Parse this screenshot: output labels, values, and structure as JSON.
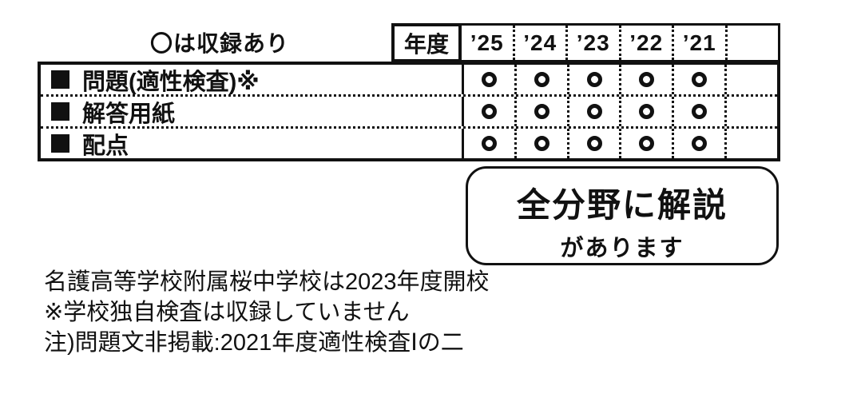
{
  "page": {
    "note_label": "〇は収録あり"
  },
  "header": {
    "year_label": "年度",
    "years": [
      "’25",
      "’24",
      "’23",
      "’22",
      "’21",
      ""
    ]
  },
  "table": {
    "rows": [
      {
        "label": "問題(適性検査)※",
        "marks": [
          1,
          1,
          1,
          1,
          1,
          0
        ]
      },
      {
        "label": "解答用紙",
        "marks": [
          1,
          1,
          1,
          1,
          1,
          0
        ]
      },
      {
        "label": "配点",
        "marks": [
          1,
          1,
          1,
          1,
          1,
          0
        ]
      }
    ]
  },
  "callout": {
    "line1": "全分野に解説",
    "line2": "があります"
  },
  "footnotes": [
    "名護高等学校附属桜中学校は2023年度開校",
    "※学校独自検査は収録していません",
    "注)問題文非掲載:2021年度適性検査Ⅰの二"
  ],
  "colors": {
    "ink": "#111111",
    "background": "#ffffff"
  }
}
